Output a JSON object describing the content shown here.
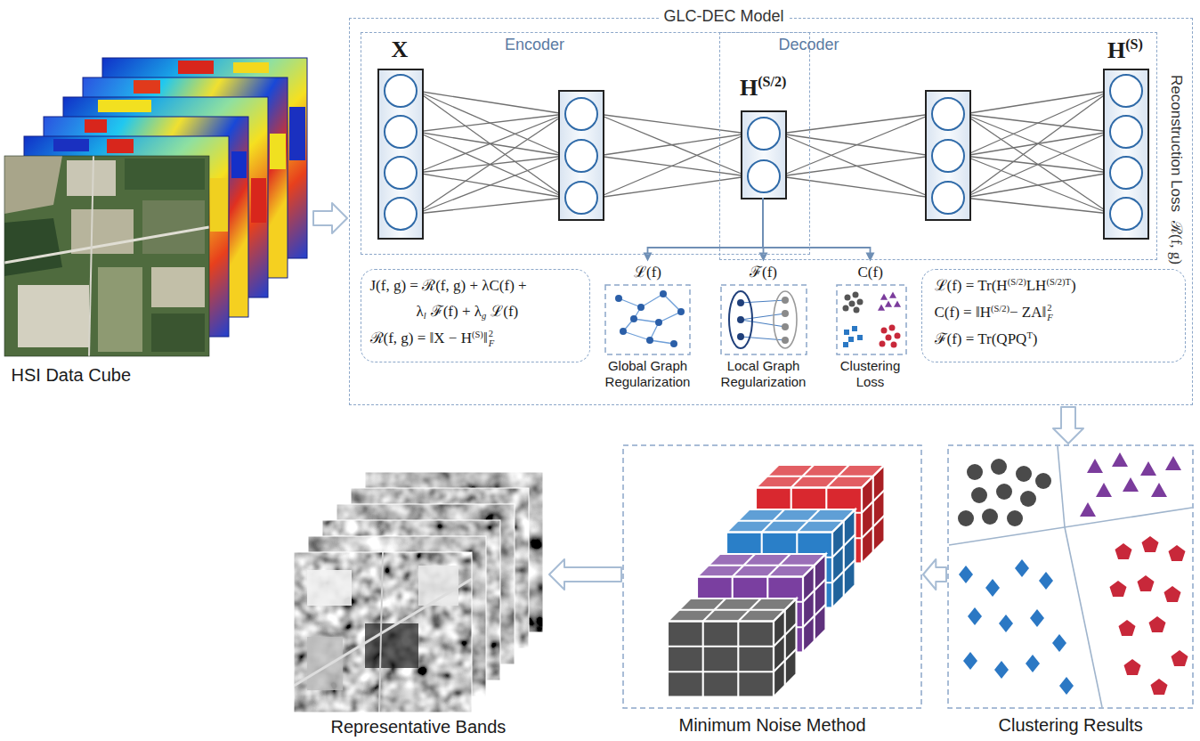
{
  "diagram": {
    "nodes": [
      {
        "text": [
          "HSI Data Cube"
        ]
      },
      {
        "text": [
          "GLC-DEC Model"
        ]
      },
      {
        "text": [
          "Encoder"
        ],
        "in": 1
      },
      {
        "text": [
          "Decoder"
        ],
        "in": 1
      },
      {
        "text": [
          "X"
        ],
        "in": 2
      },
      {
        "text": [
          "H",
          "(S/2)"
        ],
        "in": 2
      },
      {
        "text": [
          "H",
          "(S)"
        ],
        "in": 3
      },
      {
        "text": [
          "J(f, g) = ℛ(f, g) + λC(f) +",
          "λ",
          "l",
          "ℱ(f) + λ",
          "g",
          "ℒ(f)",
          "ℛ(f, g) = ‖X − H",
          "(S)",
          "‖",
          "2",
          "F"
        ],
        "in": 1
      },
      {
        "text": [
          "ℒ(f)",
          "Global Graph Regularization"
        ],
        "in": 1
      },
      {
        "text": [
          "ℱ(f)",
          "Local Graph Regularization"
        ],
        "in": 1
      },
      {
        "text": [
          "C(f)",
          "Clustering Loss"
        ],
        "in": 1
      },
      {
        "text": [
          "ℒ(f) = Tr(H",
          "(S/2)",
          "LH",
          "(S/2)",
          "T",
          ")",
          "C(f) = ‖H",
          "(S/2)",
          "− ZA‖",
          "2",
          "F",
          "ℱ(f) = Tr(QPQ",
          "T",
          ")"
        ],
        "in": 1
      },
      {
        "text": [
          "Clustering Results"
        ]
      },
      {
        "text": [
          "Minimum Noise Method"
        ]
      },
      {
        "text": [
          "Representative Bands"
        ]
      }
    ],
    "edges": [
      {
        "from": 0,
        "to": 1,
        "arrow": "to"
      },
      {
        "from": 5,
        "to": 8,
        "arrow": "to"
      },
      {
        "from": 5,
        "to": 9,
        "arrow": "to"
      },
      {
        "from": 5,
        "to": 10,
        "arrow": "to"
      },
      {
        "from": 1,
        "to": 12,
        "arrow": "to"
      },
      {
        "from": 12,
        "to": 13,
        "arrow": "to"
      },
      {
        "from": 13,
        "to": 14,
        "arrow": "to"
      }
    ],
    "labels": [
      "Reconstruction Loss",
      "ℛ(f, g)"
    ]
  }
}
